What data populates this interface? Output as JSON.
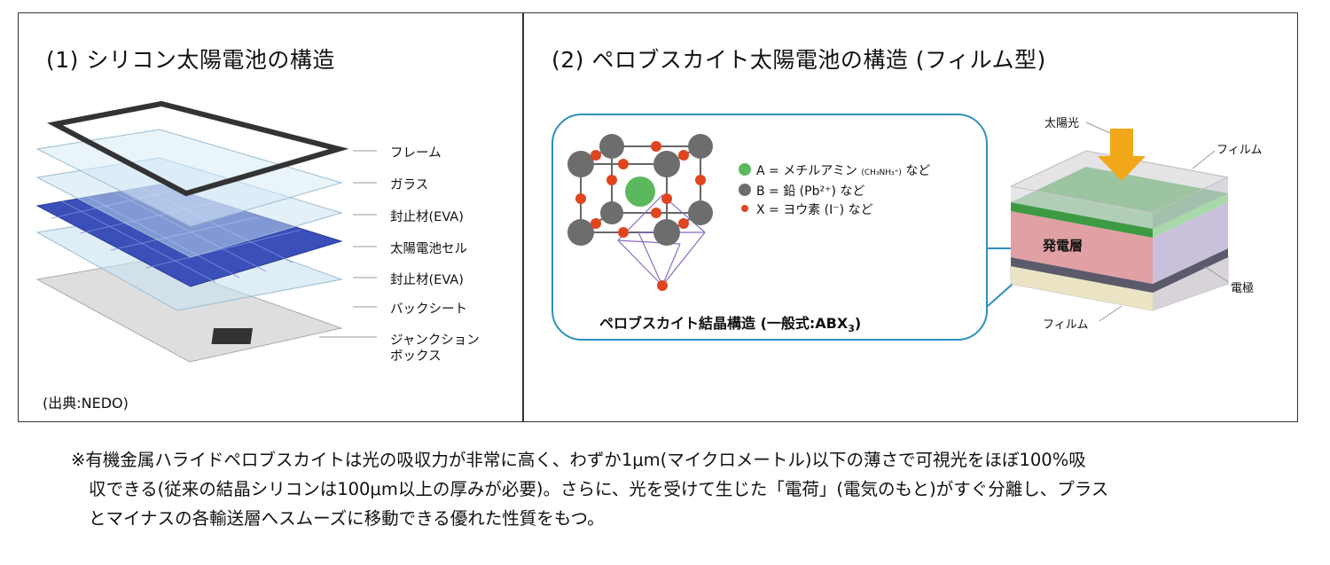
{
  "left_panel": {
    "title": "(1) シリコン太陽電池の構造",
    "labels": [
      "フレーム",
      "ガラス",
      "封止材(EVA)",
      "太陽電池セル",
      "封止材(EVA)",
      "バックシート",
      "ジャンクション",
      "ボックス"
    ],
    "source": "(出典:NEDO)"
  },
  "right_panel": {
    "title": "(2) ペロブスカイト太陽電池の構造 (フィルム型)",
    "legend": {
      "a": "A = メチルアミン",
      "a_formula": "(CH₃NH₃⁺)",
      "a_suffix": "など",
      "b": "B = 鉛 (Pb²⁺) など",
      "x": "X = ヨウ素 (I⁻) など"
    },
    "crystal_caption": "ペロブスカイト結晶構造 (一般式:ABX",
    "crystal_caption_sub": "3",
    "crystal_caption_end": ")",
    "layers": {
      "sunlight": "太陽光",
      "film_top": "フィルム",
      "generation": "発電層",
      "electrode": "電極",
      "film_bottom": "フィルム"
    },
    "colors": {
      "bubble": "#2f8fbe",
      "arrow": "#f2a71b",
      "green": "#4caf50",
      "pink": "#e0a0a4",
      "lavender": "#c9c0dc",
      "yellow": "#e8dcae"
    }
  },
  "note": {
    "line1": "※有機金属ハライドペロブスカイトは光の吸収力が非常に高く、わずか1μm(マイクロメートル)以下の薄さで可視光をほぼ100%吸",
    "line2": "収できる(従来の結晶シリコンは100μm以上の厚みが必要)。さらに、光を受けて生じた「電荷」(電気のもと)がすぐ分離し、プラス",
    "line3": "とマイナスの各輸送層へスムーズに移動できる優れた性質をもつ。"
  }
}
